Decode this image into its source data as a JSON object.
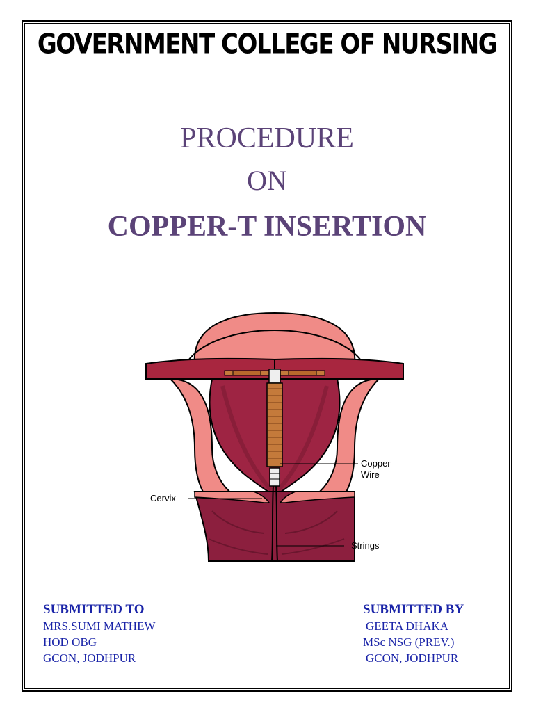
{
  "header": {
    "college": "GOVERNMENT COLLEGE OF NURSING"
  },
  "title": {
    "line1": "PROCEDURE",
    "line2": "ON",
    "line3": "COPPER-T INSERTION"
  },
  "illustration": {
    "labels": {
      "copper_wire_1": "Copper",
      "copper_wire_2": "Wire",
      "cervix": "Cervix",
      "strings": "Strings"
    }
  },
  "submitted_to": {
    "heading": "SUBMITTED TO",
    "name": "MRS.SUMI MATHEW",
    "role": "HOD OBG",
    "place": "GCON, JODHPUR"
  },
  "submitted_by": {
    "heading": "SUBMITTED BY",
    "name": "GEETA DHAKA",
    "role": "MSc NSG (PREV.)",
    "place": "GCON, JODHPUR___"
  }
}
